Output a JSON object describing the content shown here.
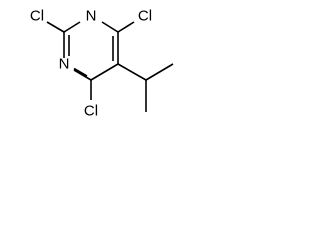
{
  "molecule": {
    "atoms": {
      "n_top": "N",
      "n_left": "N",
      "cl_c2": "Cl",
      "cl_c4": "Cl",
      "cl_c6": "Cl"
    }
  }
}
